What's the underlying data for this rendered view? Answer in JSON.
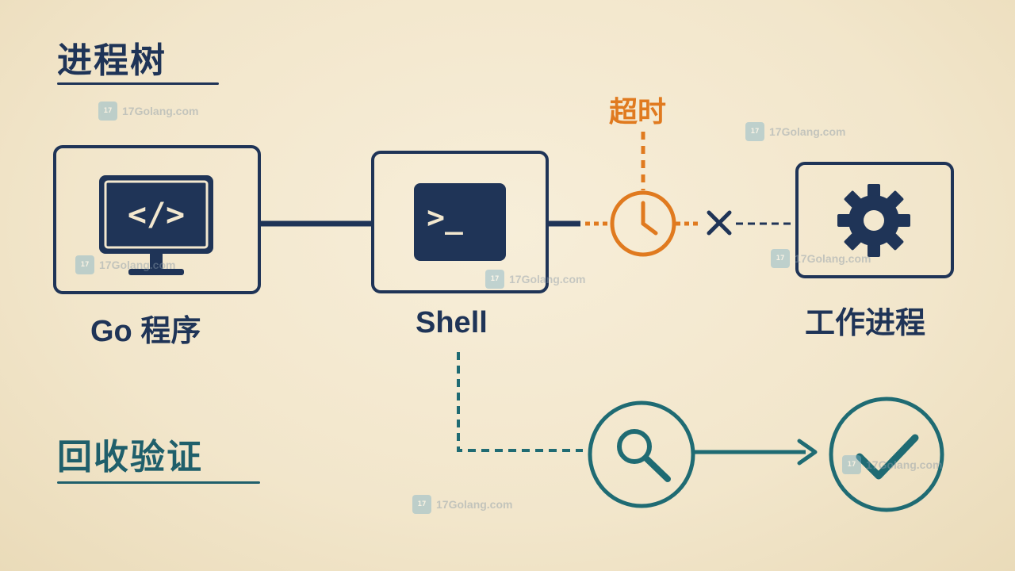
{
  "headings": {
    "process_tree": "进程树",
    "reap_verify": "回收验证"
  },
  "nodes": {
    "go_program": {
      "label": "Go 程序",
      "icon": "code-monitor-icon",
      "glyph": "</>"
    },
    "shell": {
      "label": "Shell",
      "icon": "terminal-icon",
      "glyph": ">_"
    },
    "worker": {
      "label": "工作进程",
      "icon": "gear-icon"
    }
  },
  "timeout": {
    "label": "超时",
    "icon": "clock-icon"
  },
  "verify": {
    "search_icon": "search-icon",
    "check_icon": "check-icon"
  },
  "watermark": {
    "text": "17Golang.com"
  },
  "colors": {
    "navy": "#1f3457",
    "orange": "#e07a1f",
    "teal": "#1f6b73",
    "background": "#f3e8cf"
  }
}
